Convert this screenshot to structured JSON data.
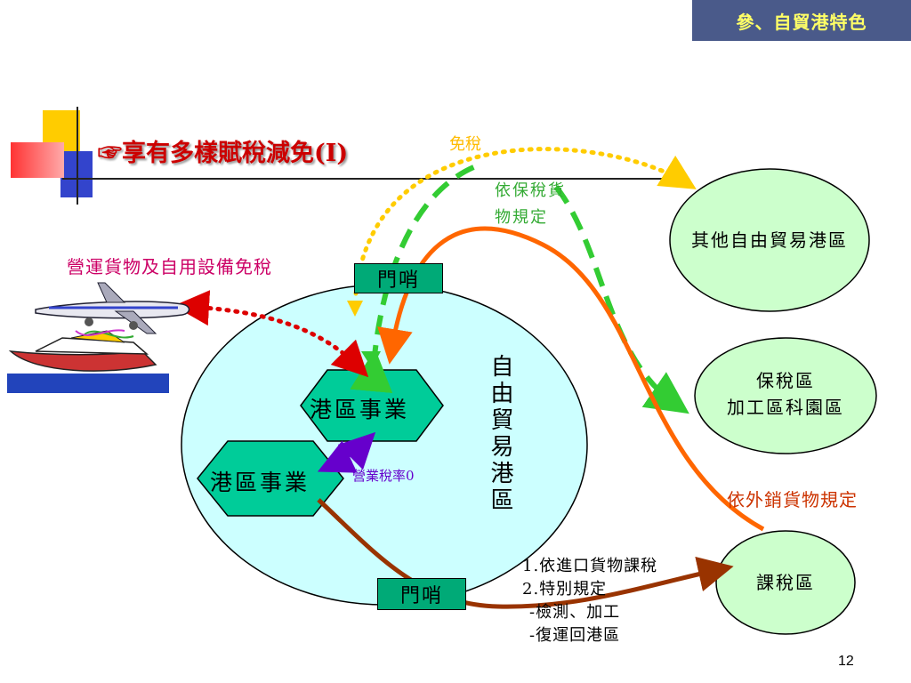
{
  "header": {
    "section_title": "參、自貿港特色"
  },
  "slide": {
    "title": "享有多樣賦稅減免(I)",
    "bullet_icon": "pointing-hand-icon",
    "page_number": "12"
  },
  "diagram": {
    "free_trade_zone_label": "自由貿易港區",
    "gate_top": "門哨",
    "gate_bottom": "門哨",
    "hex_port_business_1": "港區事業",
    "hex_port_business_2": "港區事業",
    "business_tax_rate": "營業稅率0",
    "operating_goods_tax_free": "營運貨物及自用設備免稅",
    "other_ftz": "其他自由貿易港區",
    "bonded_zone_line1": "保稅區",
    "bonded_zone_line2": "加工區科園區",
    "taxable_zone": "課稅區",
    "tax_free_label": "免稅",
    "bonded_goods_rule_line1": "依保稅貨",
    "bonded_goods_rule_line2": "物規定",
    "export_goods_rule": "依外銷貨物規定",
    "import_rules_line1": "1.依進口貨物課稅",
    "import_rules_line2": "2.特別規定",
    "import_rules_line3": "-檢測、加工",
    "import_rules_line4": "-復運回港區"
  },
  "colors": {
    "header_bg": "#4a5a8a",
    "header_text": "#ffff66",
    "title": "#cc0000",
    "ellipse_fill": "#ccffff",
    "hexagon_fill": "#00cc99",
    "gate_fill": "#00aa77",
    "yellow_arrow": "#ffcc00",
    "green_arrow": "#33cc33",
    "orange_arrow": "#ff6600",
    "brown_arrow": "#993300",
    "red_arrow": "#dd0000",
    "purple_arrow": "#6600cc"
  }
}
